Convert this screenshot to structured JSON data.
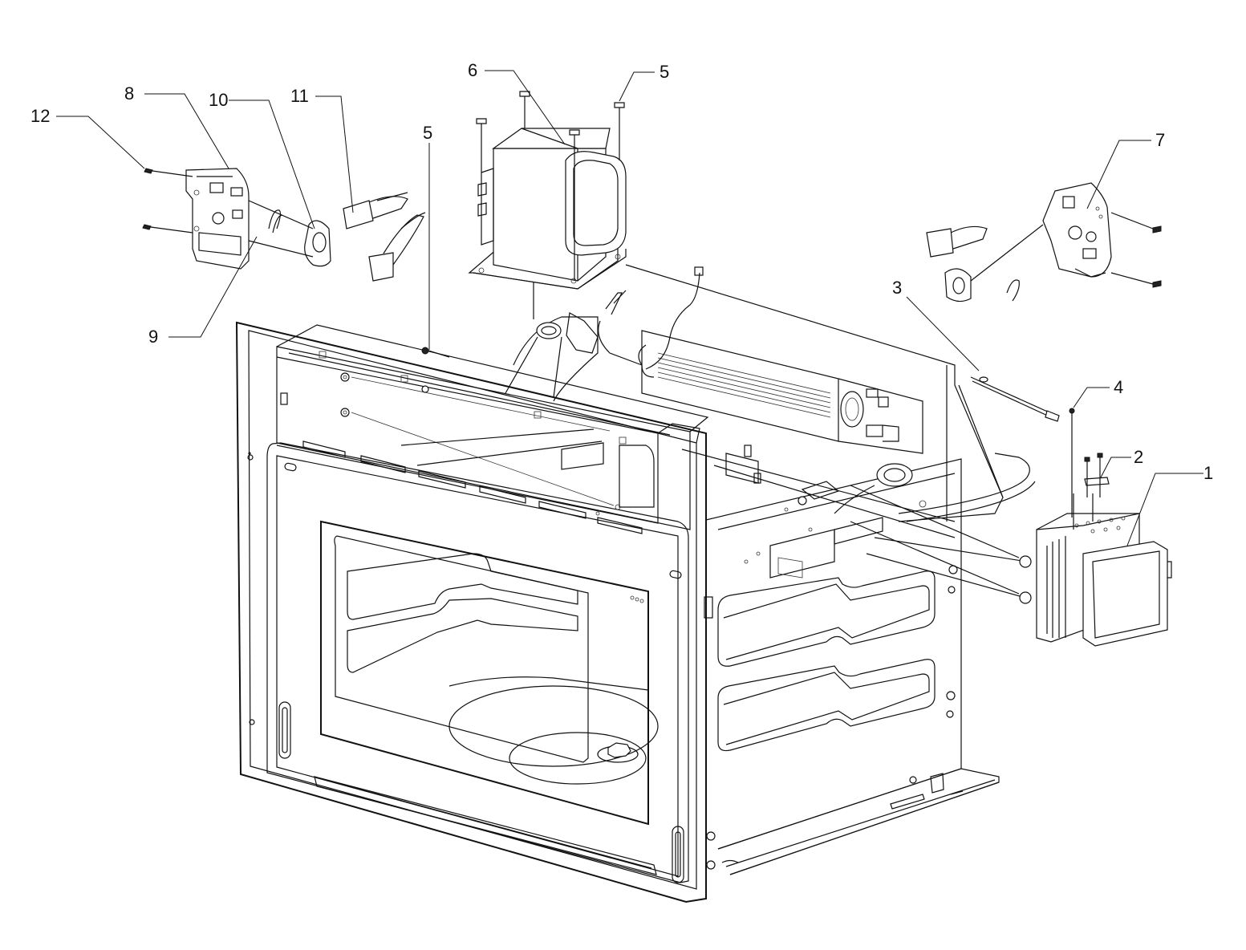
{
  "diagram": {
    "callouts": [
      {
        "id": "c1",
        "text": "1"
      },
      {
        "id": "c2",
        "text": "2"
      },
      {
        "id": "c3",
        "text": "3"
      },
      {
        "id": "c4",
        "text": "4"
      },
      {
        "id": "c5a",
        "text": "5"
      },
      {
        "id": "c5b",
        "text": "5"
      },
      {
        "id": "c6",
        "text": "6"
      },
      {
        "id": "c7",
        "text": "7"
      },
      {
        "id": "c8",
        "text": "8"
      },
      {
        "id": "c9",
        "text": "9"
      },
      {
        "id": "c10",
        "text": "10"
      },
      {
        "id": "c11",
        "text": "11"
      },
      {
        "id": "c12",
        "text": "12"
      }
    ],
    "colors": {
      "line": "#111111",
      "background": "#ffffff"
    }
  }
}
